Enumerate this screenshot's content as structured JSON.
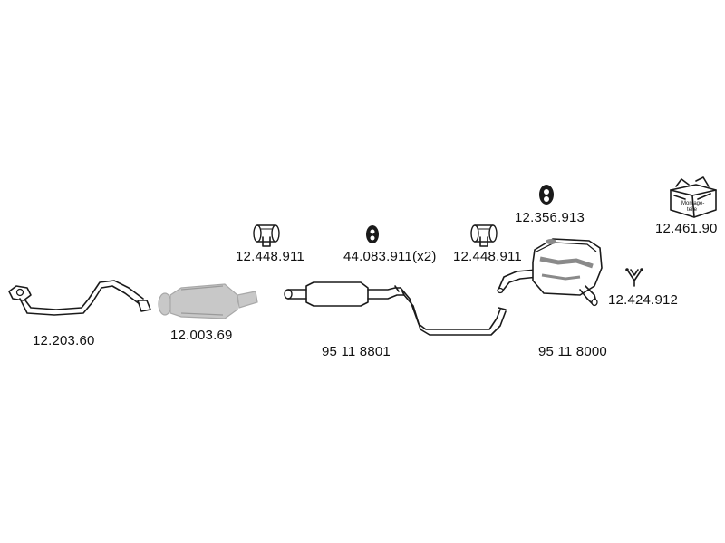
{
  "parts": [
    {
      "id": "front-pipe",
      "label": "12.203.60"
    },
    {
      "id": "catalytic-converter",
      "label": "12.003.69"
    },
    {
      "id": "clamp-left",
      "label": "12.448.911"
    },
    {
      "id": "rubber-mount-center",
      "label": "44.083.911(x2)"
    },
    {
      "id": "clamp-right",
      "label": "12.448.911"
    },
    {
      "id": "rubber-mount-rear",
      "label": "12.356.913"
    },
    {
      "id": "mounting-kit",
      "label": "12.461.90"
    },
    {
      "id": "middle-silencer",
      "label": "95 11 8801"
    },
    {
      "id": "rear-silencer",
      "label": "95 11 8000"
    },
    {
      "id": "gasket-hanger",
      "label": "12.424.912"
    }
  ],
  "kit_box_text": [
    "Montage-",
    "teile"
  ],
  "colors": {
    "line": "#1a1a1a",
    "catalyst": "#c8c8c8",
    "muffler_shade": "#8a8a8a"
  }
}
